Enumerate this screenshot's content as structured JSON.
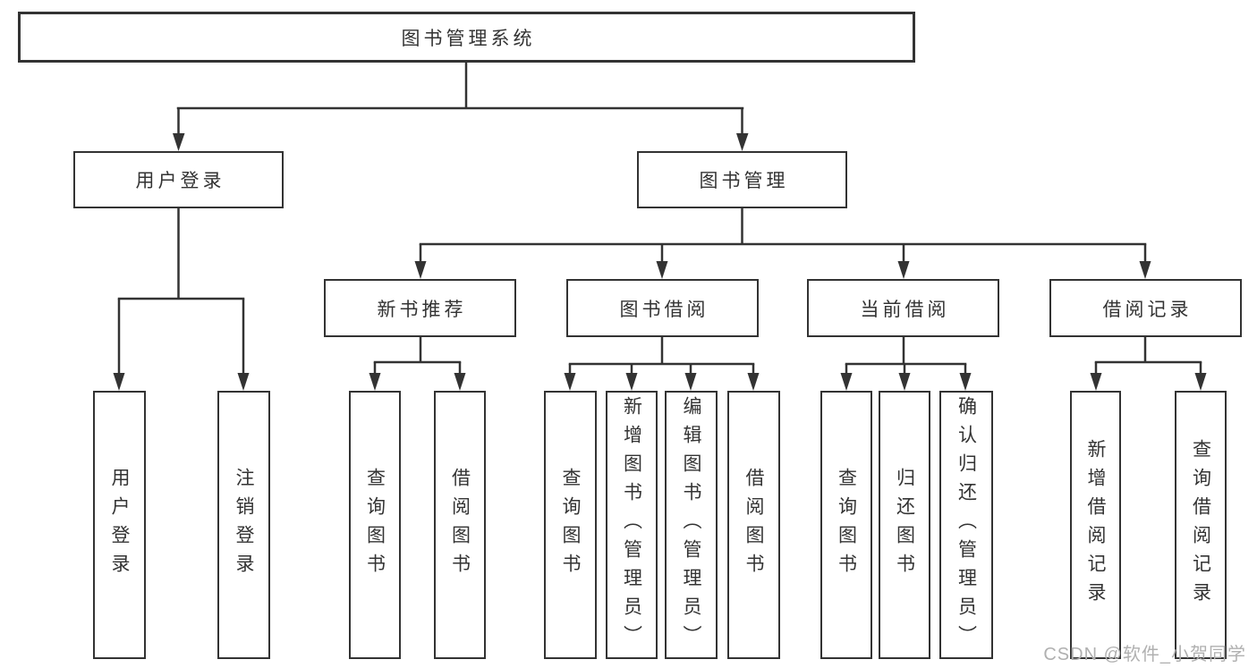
{
  "title": {
    "label": "图书管理系统"
  },
  "level2": [
    {
      "label": "用户登录"
    },
    {
      "label": "图书管理"
    }
  ],
  "level3": [
    {
      "label": "新书推荐"
    },
    {
      "label": "图书借阅"
    },
    {
      "label": "当前借阅"
    },
    {
      "label": "借阅记录"
    }
  ],
  "leaves": [
    {
      "label": "用户登录"
    },
    {
      "label": "注销登录"
    },
    {
      "label": "查询图书"
    },
    {
      "label": "借阅图书"
    },
    {
      "label": "查询图书"
    },
    {
      "label": "新增图书（管理员）"
    },
    {
      "label": "编辑图书（管理员）"
    },
    {
      "label": "借阅图书"
    },
    {
      "label": "查询图书"
    },
    {
      "label": "归还图书"
    },
    {
      "label": "确认归还（管理员）"
    },
    {
      "label": "新增借阅记录"
    },
    {
      "label": "查询借阅记录"
    }
  ],
  "watermark": "CSDN @软件_小贺同学",
  "colors": {
    "line": "#333333",
    "box_border": "#333333",
    "box_fill": "#ffffff",
    "text": "#333333",
    "watermark": "#b0b0b0",
    "background": "#ffffff"
  }
}
